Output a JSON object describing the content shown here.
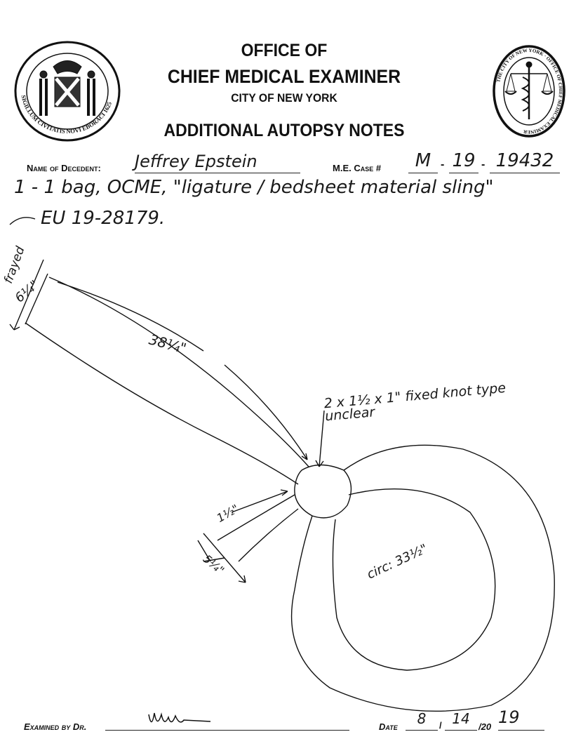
{
  "header": {
    "line1": "OFFICE OF",
    "line2": "CHIEF MEDICAL EXAMINER",
    "line3": "CITY OF NEW YORK",
    "line4": "ADDITIONAL AUTOPSY NOTES",
    "left_seal_text": "SIGILLUM CIVITATIS NOVI EBORACI 1625",
    "right_seal_text": "THE CITY OF NEW YORK · OFFICE OF CHIEF MEDICAL EXAMINER"
  },
  "form": {
    "name_label": "Name of Decedent:",
    "name_value": "Jeffrey Epstein",
    "case_label": "M.E. Case #",
    "case_part1": "M",
    "case_part2": "19",
    "case_part3": "19432",
    "examined_label": "Examined by Dr.",
    "examiner_signature": "signature",
    "date_label": "Date",
    "date_month": "8",
    "date_day": "14",
    "date_year_prefix": "/20",
    "date_year": "19"
  },
  "notes": {
    "line1": "1 - 1 bag, OCME, \"ligature / bedsheet material sling\"",
    "line2": "EU 19-28179."
  },
  "diagram": {
    "end_label": "frayed",
    "width_label": "6¼\"",
    "length_label": "38¼\"",
    "knot_label": "2 x 1½ x 1\" fixed knot type unclear",
    "short_width_label": "1½\"",
    "short_length_label": "5¼\"",
    "loop_label": "circ: 33½\""
  }
}
